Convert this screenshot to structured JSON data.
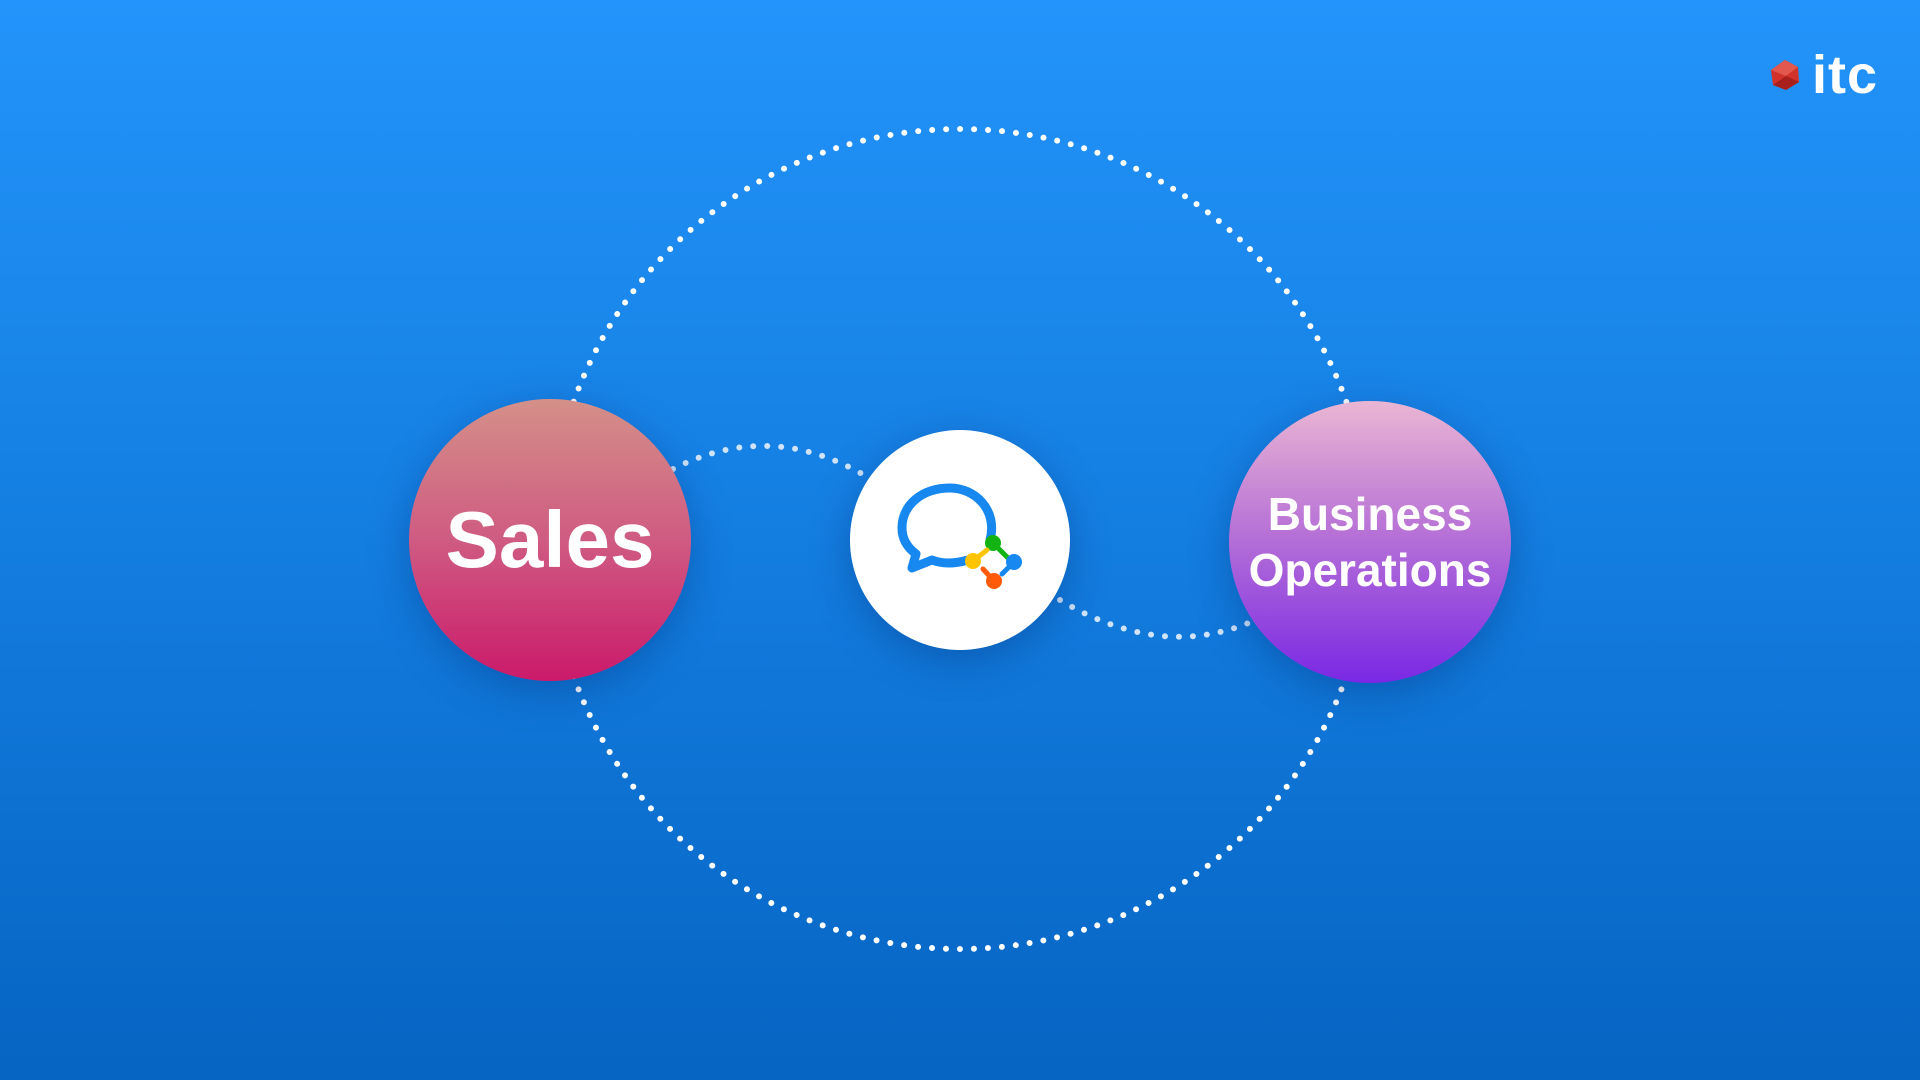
{
  "logo": {
    "text": "itc",
    "mark_color": "#d2322a"
  },
  "nodes": {
    "sales": {
      "label": "Sales"
    },
    "hub": {
      "icon": "chat-connect-app-icon"
    },
    "ops": {
      "line1": "Business",
      "line2": "Operations"
    }
  },
  "colors": {
    "background": "#1a84ea",
    "sales": "#cb1a6a",
    "ops": "#7a28e4",
    "dots": "#ffffff"
  }
}
